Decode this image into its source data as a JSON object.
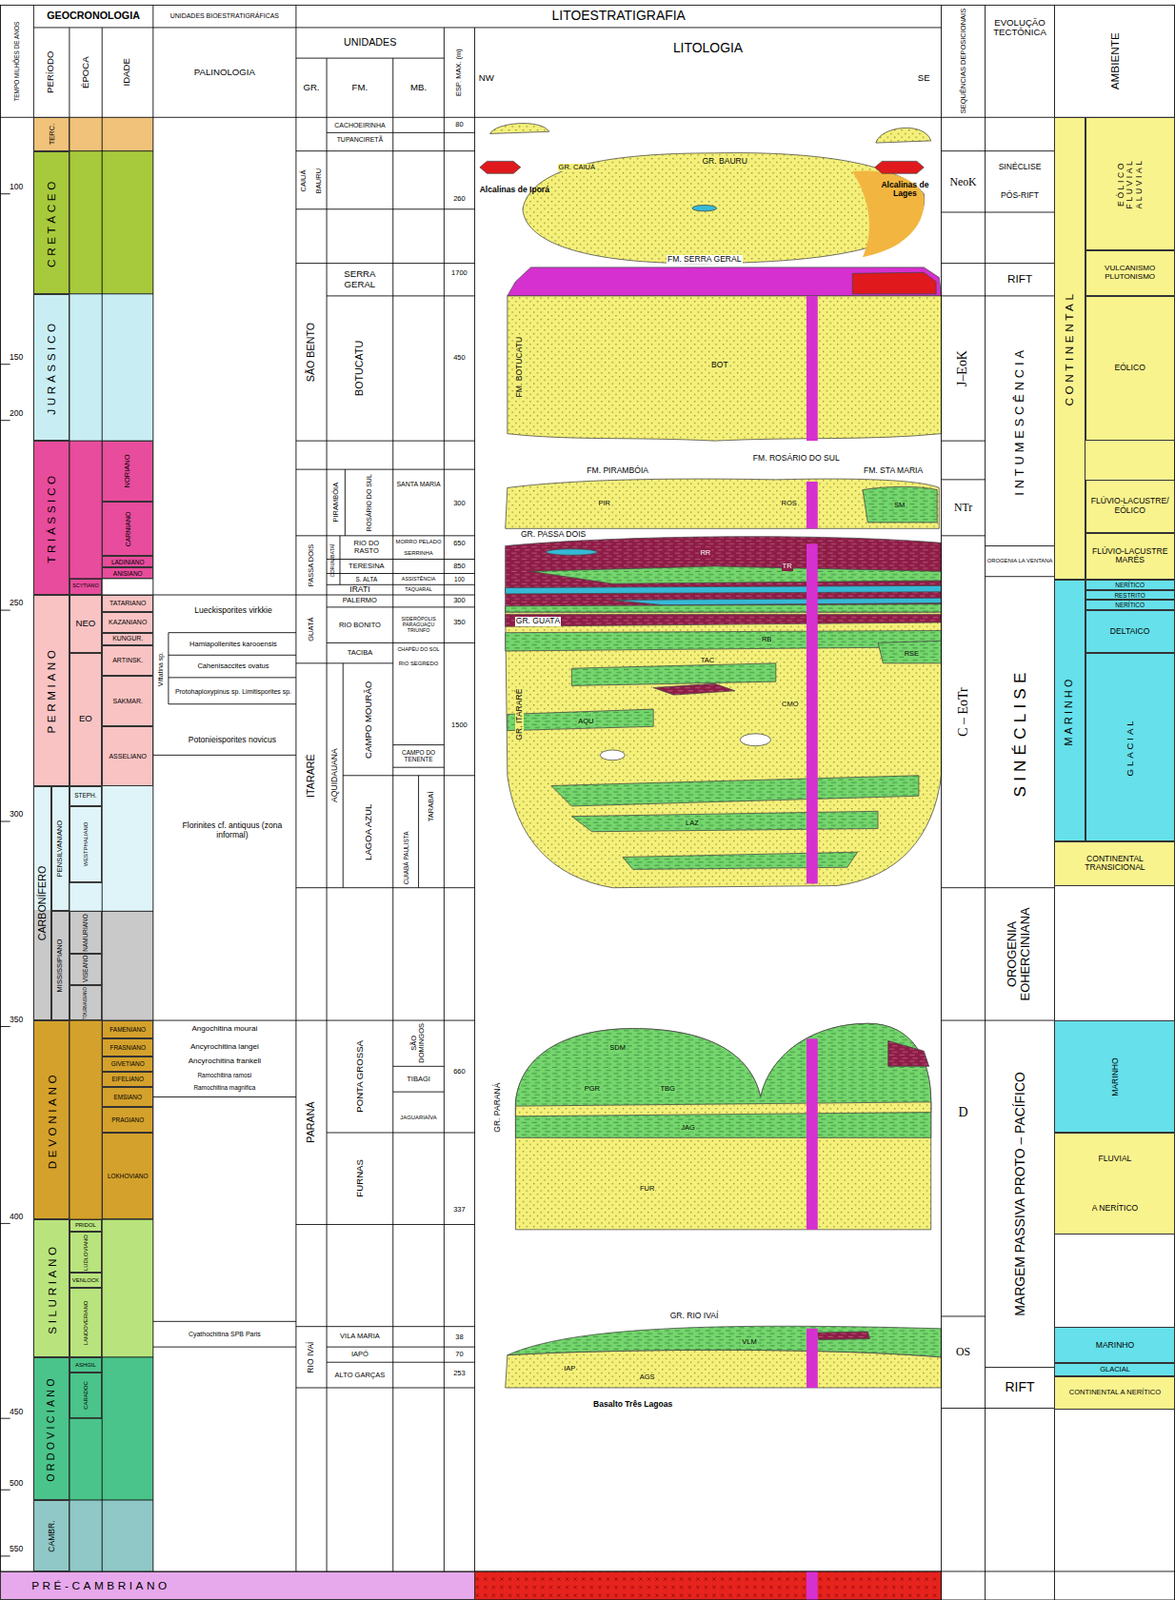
{
  "diagram": {
    "nodes": [
      {
        "text": [
          "TERC."
        ]
      },
      {
        "text": [
          "CRETÁCEO"
        ]
      },
      {
        "text": [
          "JURÁSSICO"
        ]
      },
      {
        "text": [
          "TRIÁSSICO"
        ]
      },
      {
        "text": [
          "PERMIANO"
        ]
      },
      {
        "text": [
          "CARBONÍFERO"
        ]
      },
      {
        "text": [
          "PENSILVANIANO"
        ]
      },
      {
        "text": [
          "MISSISSIPIANO"
        ]
      },
      {
        "text": [
          "DEVONIANO"
        ]
      },
      {
        "text": [
          "SILURIANO"
        ]
      },
      {
        "text": [
          "ORDOVICIANO"
        ]
      },
      {
        "text": [
          "CAMBR."
        ]
      },
      {
        "text": [
          "PRÉ-CAMBRIANO"
        ]
      },
      {
        "text": [
          "SCYTIANO"
        ]
      },
      {
        "text": [
          "NEO"
        ]
      },
      {
        "text": [
          "EO"
        ]
      },
      {
        "text": [
          "STEPH."
        ]
      },
      {
        "text": [
          "WESTPHALIANO"
        ]
      },
      {
        "text": [
          "NAMURIANO"
        ]
      },
      {
        "text": [
          "VISEANO"
        ]
      },
      {
        "text": [
          "TOURNAISIANO"
        ]
      },
      {
        "text": [
          "PRIDOL"
        ]
      },
      {
        "text": [
          "LUDLOVIANO"
        ]
      },
      {
        "text": [
          "VENLOCK"
        ]
      },
      {
        "text": [
          "LANDOVERIANO"
        ]
      },
      {
        "text": [
          "ASHGIL"
        ]
      },
      {
        "text": [
          "CARADOC"
        ]
      },
      {
        "text": [
          "NORIANO"
        ]
      },
      {
        "text": [
          "CARNIANO"
        ]
      },
      {
        "text": [
          "LADINIANO"
        ]
      },
      {
        "text": [
          "ANISIANO"
        ]
      },
      {
        "text": [
          "TATARIANO"
        ]
      },
      {
        "text": [
          "KAZANIANO"
        ]
      },
      {
        "text": [
          "KUNGUR."
        ]
      },
      {
        "text": [
          "ARTINSK."
        ]
      },
      {
        "text": [
          "SAKMAR."
        ]
      },
      {
        "text": [
          "ASSELIANO"
        ]
      },
      {
        "text": [
          "FAMENIANO"
        ]
      },
      {
        "text": [
          "FRASNIANO"
        ]
      },
      {
        "text": [
          "GIVETIANO"
        ]
      },
      {
        "text": [
          "EIFELIANO"
        ]
      },
      {
        "text": [
          "EMSIANO"
        ]
      },
      {
        "text": [
          "PRAGIANO"
        ]
      },
      {
        "text": [
          "LOKHOVIANO"
        ]
      },
      {
        "text": [
          "CONTINENTAL"
        ]
      },
      {
        "text": [
          "EÓLICO FLUVIAL ALUVIAL"
        ]
      },
      {
        "text": [
          "VULCANISMO PLUTONISMO"
        ]
      },
      {
        "text": [
          "EÓLICO"
        ]
      },
      {
        "text": [
          "FLÚVIO-LACUSTRE/ EÓLICO"
        ]
      },
      {
        "text": [
          "FLÚVIO-LACUSTRE MARÉS"
        ]
      },
      {
        "text": [
          "MARINHO"
        ]
      },
      {
        "text": [
          "NERÍTICO"
        ]
      },
      {
        "text": [
          "RESTRITO"
        ]
      },
      {
        "text": [
          "NERÍTICO"
        ]
      },
      {
        "text": [
          "DELTAICO"
        ]
      },
      {
        "text": [
          "GLACIAL"
        ]
      },
      {
        "text": [
          "CONTINENTAL TRANSICIONAL"
        ]
      },
      {
        "text": [
          "MARINHO"
        ]
      },
      {
        "text": [
          "FLUVIAL",
          "A NERÍTICO"
        ]
      },
      {
        "text": [
          "MARINHO"
        ]
      },
      {
        "text": [
          "GLACIAL"
        ]
      },
      {
        "text": [
          "CONTINENTAL A NERÍTICO"
        ]
      }
    ],
    "labels": [
      "GEOCRONOLOGIA",
      "UNIDADES BIOESTRATIGRÁFICAS",
      "LITOESTRATIGRAFIA",
      "SEQUÊNCIAS DEPOSICIONAIS",
      "EVOLUÇÃO TECTÔNICA",
      "AMBIENTE",
      "TEMPO MILHÕES DE ANOS",
      "PERÍODO",
      "ÉPOCA",
      "IDADE",
      "PALINOLOGIA",
      "UNIDADES",
      "GR.",
      "FM.",
      "MB.",
      "ESP. MAX. (m)",
      "LITOLOGIA",
      "NW",
      "SE",
      "100",
      "150",
      "200",
      "250",
      "300",
      "350",
      "400",
      "450",
      "500",
      "550",
      "Lueckisporites virkkie",
      "Hamiapollenites karooensis",
      "Cahenisaccites ovatus",
      "Protohaploxypinus sp. Limitisporites sp.",
      "Vittatina sp.",
      "Potonieisporites novicus",
      "Florinites cf. antiquus (zona informal)",
      "Angochitina mourai",
      "Ancyrochitina langei",
      "Ancyrochitina frankeli",
      "Ramochitina ramosi",
      "Ramochitina magnifica",
      "Cyathochitina SPB Paris",
      "CAIUÁ",
      "BAURU",
      "SÃO BENTO",
      "PASSA DOIS",
      "GUATÁ",
      "ITARARÉ",
      "PARANÁ",
      "RIO IVAÍ",
      "CACHOEIRINHA",
      "TUPANCIRETÃ",
      "SERRA GERAL",
      "BOTUCATU",
      "PIRAMBÓIA",
      "ROSÁRIO DO SUL",
      "SANTA MARIA",
      "RIO DO RASTO",
      "CORUMBATAÍ",
      "TERESINA",
      "S. ALTA",
      "IRATI",
      "PALERMO",
      "RIO BONITO",
      "TACIBA",
      "AQUIDAUANA",
      "CAMPO MOURÃO",
      "LAGOA AZUL",
      "MORRO PELADO",
      "SERRINHA",
      "ASSISTÊNCIA",
      "TAQUARAL",
      "SIDERÓPOLIS PARAGUAÇU TRIUNFO",
      "RIO SEGREDO",
      "CHAPÉU DO SOL",
      "CAMPO DO TENENTE",
      "TARABAÍ",
      "CUIABÁ PAULISTA",
      "SÃO DOMINGOS",
      "TIBAGI",
      "JAGUARIAÍVA",
      "PONTA GROSSA",
      "FURNAS",
      "VILA MARIA",
      "IAPÓ",
      "ALTO GARÇAS",
      "80",
      "260",
      "1700",
      "450",
      "300",
      "650",
      "850",
      "100",
      "300",
      "350",
      "1500",
      "660",
      "337",
      "38",
      "70",
      "253",
      "GR. CAIUÁ",
      "GR. BAURU",
      "Alcalinas de Iporá",
      "Alcalinas de Lages",
      "FM. SERRA GERAL",
      "FM. BOTUCATU",
      "BOT",
      "FM. ROSÁRIO DO SUL",
      "FM. PIRAMBÓIA",
      "FM. STA MARIA",
      "PIR",
      "ROS",
      "SM",
      "GR. PASSA DOIS",
      "RR",
      "TR",
      "GR. GUATÁ",
      "GR. ITARARÉ",
      "RB",
      "TAC",
      "CMO",
      "AQU",
      "LAZ",
      "RSE",
      "GR. PARANÁ",
      "SDM",
      "PGR",
      "TBG",
      "JAG",
      "FUR",
      "GR. RIO IVAÍ",
      "VLM",
      "IAP",
      "AGS",
      "Basalto Três Lagoas",
      "NeoK",
      "J–EoK",
      "NTr",
      "C – EoTr",
      "D",
      "OS",
      "SINÉCLISE",
      "PÓS-RIFT",
      "RIFT",
      "INTUMESCÊNCIA",
      "OROGENIA LA VENTANA",
      "SINÉCLISE",
      "OROGENIA EOHERCINIANA",
      "MARGEM PASSIVA PROTO – PACÍFICO",
      "RIFT"
    ]
  }
}
